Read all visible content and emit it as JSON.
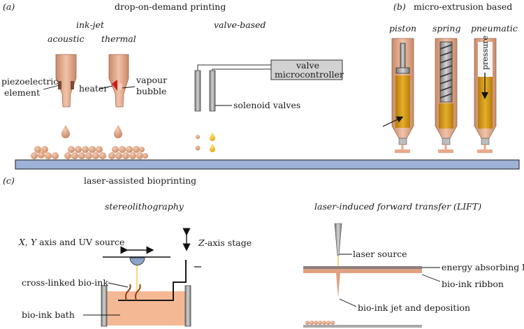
{
  "panel_a": {
    "letter": "(a)",
    "title": "drop-on-demand printing",
    "inkjet": "ink-jet",
    "acoustic": "acoustic",
    "thermal": "thermal",
    "valve_based": "valve-based",
    "piezo_1": "piezoelectric",
    "piezo_2": "element",
    "heater": "heater",
    "vapour_1": "vapour",
    "vapour_2": "bubble",
    "valve_ctrl_1": "valve",
    "valve_ctrl_2": "microcontroller",
    "solenoid": "solenoid valves"
  },
  "panel_b": {
    "letter": "(b)",
    "title": "micro-extrusion based",
    "piston": "piston",
    "spring": "spring",
    "pneumatic": "pneumatic",
    "pressure": "pressure"
  },
  "panel_c": {
    "letter": "(c)",
    "title": "laser-assisted bioprinting",
    "stereo": "stereolithography",
    "lift_pre": "laser-induced forward transfer (",
    "lift_abbr": "LIFT",
    "lift_post": ")",
    "xy_italic": "X, Y",
    "xy_rest": " axis and UV source",
    "z_italic": "Z",
    "z_rest": "-axis stage",
    "crosslinked": "cross-linked bio-ink",
    "bath": "bio-ink bath",
    "laser_source": "laser source",
    "energy_layer": "energy absorbing layer",
    "ribbon": "bio-ink ribbon",
    "jet": "bio-ink jet and deposition"
  },
  "colors": {
    "nozzle": "#e2aa8c",
    "ink": "#d59a17",
    "bath": "#f5b894",
    "platform": "#9eb2d8",
    "grey": "#a9a9a9"
  }
}
